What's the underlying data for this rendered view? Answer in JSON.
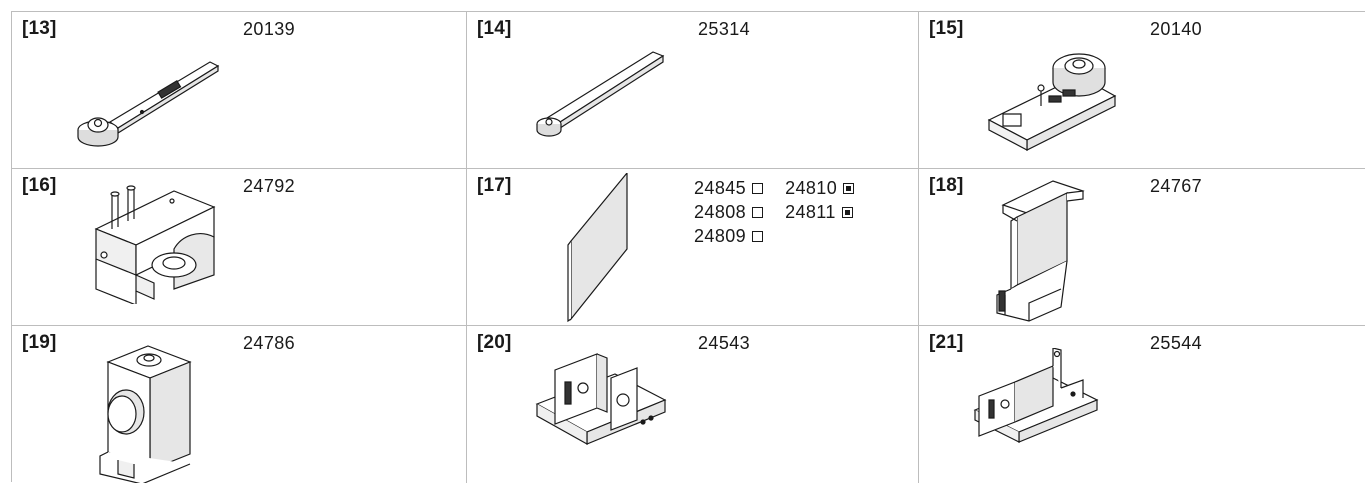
{
  "items": [
    {
      "index": "[13]",
      "code": "20139"
    },
    {
      "index": "[14]",
      "code": "25314"
    },
    {
      "index": "[15]",
      "code": "20140"
    },
    {
      "index": "[16]",
      "code": "24792"
    },
    {
      "index": "[17]",
      "codes": [
        [
          {
            "code": "24845",
            "marker": "empty-square"
          },
          {
            "code": "24810",
            "marker": "filled-square"
          }
        ],
        [
          {
            "code": "24808",
            "marker": "empty-square"
          },
          {
            "code": "24811",
            "marker": "filled-square"
          }
        ],
        [
          {
            "code": "24809",
            "marker": "empty-square"
          }
        ]
      ]
    },
    {
      "index": "[18]",
      "code": "24767"
    },
    {
      "index": "[19]",
      "code": "24786"
    },
    {
      "index": "[20]",
      "code": "24543"
    },
    {
      "index": "[21]",
      "code": "25544"
    }
  ],
  "icons": [
    "roller-arm-icon",
    "roller-arm-long-icon",
    "roller-bracket-icon",
    "guide-block-icon",
    "panel-strip-icon",
    "profile-rail-icon",
    "stop-block-icon",
    "mounting-bracket-icon",
    "mounting-bracket-small-icon"
  ]
}
